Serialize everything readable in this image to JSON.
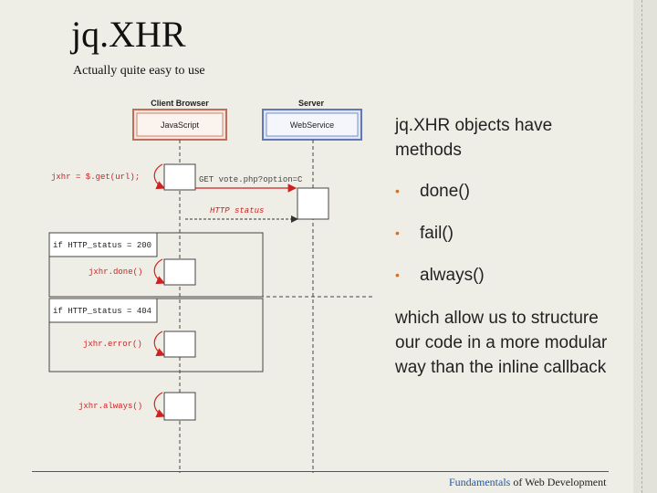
{
  "slide": {
    "title": "jq.XHR",
    "subtitle": "Actually quite easy to use"
  },
  "diagram": {
    "client_header": "Client Browser",
    "server_header": "Server",
    "client_box": "JavaScript",
    "server_box": "WebService",
    "get_call": "jxhr = $.get(url);",
    "request_label": "GET vote.php?option=C",
    "status_label": "HTTP status",
    "cond_200": "if HTTP_status = 200",
    "done_call": "jxhr.done()",
    "cond_404": "if HTTP_status = 404",
    "error_call": "jxhr.error()",
    "always_call": "jxhr.always()",
    "colors": {
      "accent": "#cc2222",
      "client_box_border": "#c06e5a",
      "server_box_border": "#6078b8"
    }
  },
  "content": {
    "intro": "jq.XHR objects have methods",
    "bullets": [
      "done()",
      "fail()",
      "always()"
    ],
    "bullet_glyph": "•",
    "closing": "which allow us to structure our code in a more modular way than the inline callback"
  },
  "footer": {
    "link_text": "Fundamentals",
    "rest_text": " of Web Development"
  }
}
